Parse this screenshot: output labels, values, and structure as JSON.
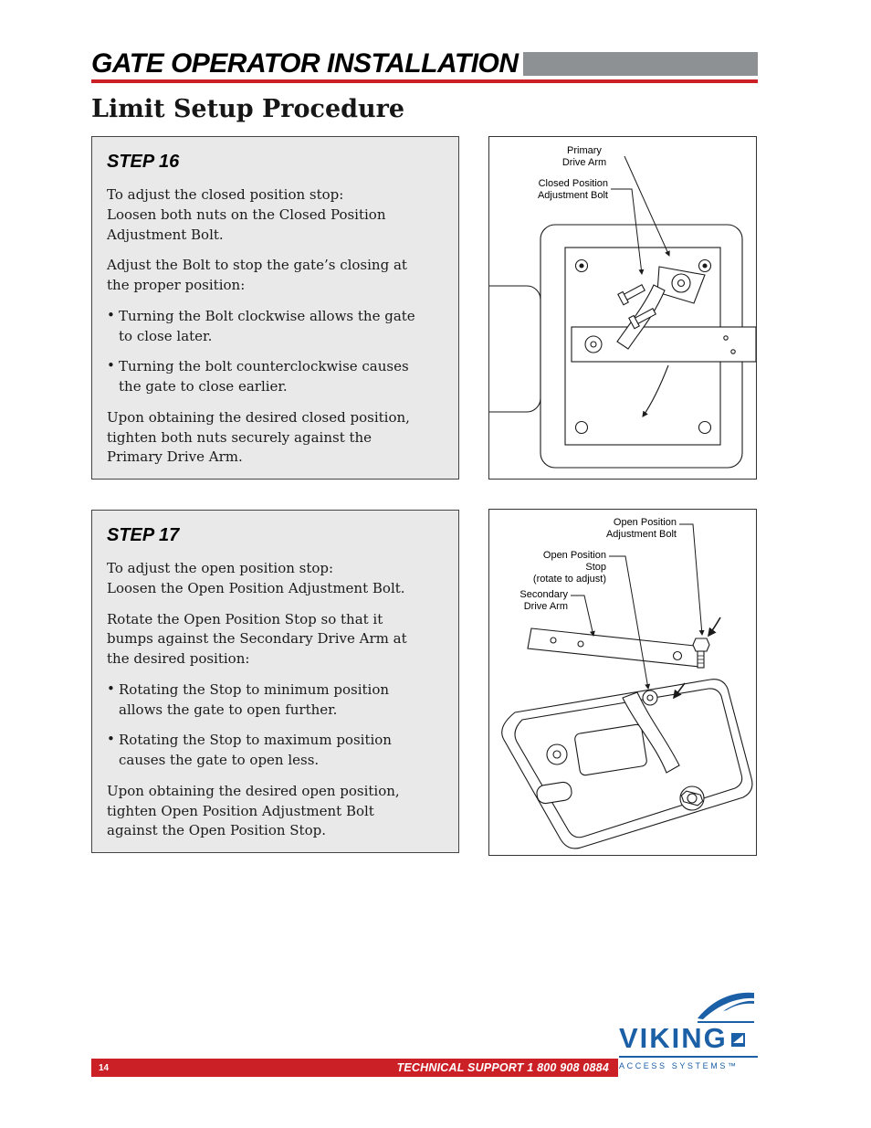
{
  "page": {
    "header_title": "GATE OPERATOR INSTALLATION",
    "section_title": "Limit Setup Procedure"
  },
  "step16": {
    "title": "STEP 16",
    "para1": "To adjust the closed position stop:\nLoosen both nuts on the Closed Position\nAdjustment Bolt.",
    "para2": "Adjust the Bolt to stop the gate’s closing at\nthe proper position:",
    "bullets": [
      "Turning the Bolt clockwise allows the gate\nto close later.",
      "Turning the bolt counterclockwise causes\nthe gate to close earlier."
    ],
    "para3": "Upon obtaining the desired closed position,\ntighten both nuts securely against the\nPrimary Drive Arm."
  },
  "step17": {
    "title": "STEP 17",
    "para1": "To adjust the open position stop:\nLoosen the Open Position Adjustment Bolt.",
    "para2": "Rotate the Open Position Stop so that it\nbumps against the Secondary Drive Arm at\nthe desired position:",
    "bullets": [
      "Rotating the Stop to minimum position\nallows the gate to open further.",
      "Rotating the Stop to maximum position\ncauses the gate to open less."
    ],
    "para3": "Upon obtaining the desired open position,\ntighten Open Position Adjustment Bolt\nagainst the Open Position Stop."
  },
  "diagram1": {
    "label_primary_arm": "Primary\nDrive Arm",
    "label_adjust_bolt": "Closed Position\nAdjustment Bolt"
  },
  "diagram2": {
    "label_adjust_bolt": "Open Position\nAdjustment Bolt",
    "label_stop": "Open Position\nStop\n(rotate to adjust)",
    "label_secondary_arm": "Secondary\nDrive Arm"
  },
  "footer": {
    "page_number": "14",
    "support_text": "TECHNICAL SUPPORT 1 800 908 0884"
  },
  "logo": {
    "wordmark": "VIKING",
    "tagline": "ACCESS SYSTEMS™"
  },
  "colors": {
    "accent_red": "#cb2026",
    "header_gray": "#8e9193",
    "step_box_bg": "#e9e9e9",
    "brand_blue": "#1b5fa6"
  }
}
